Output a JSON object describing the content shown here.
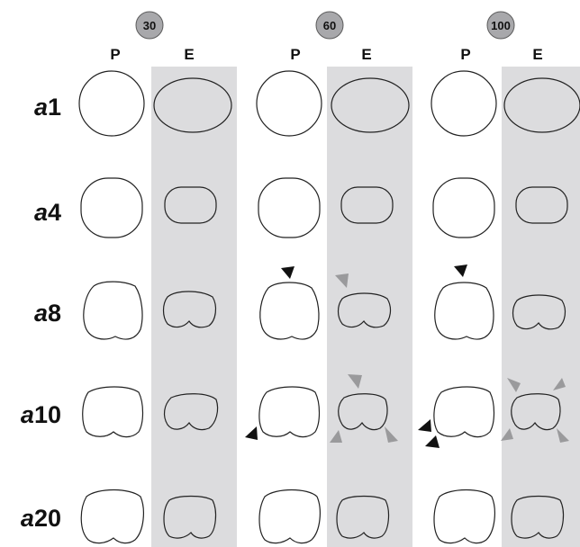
{
  "groups": [
    {
      "badge": "30",
      "p_label": "P",
      "e_label": "E"
    },
    {
      "badge": "60",
      "p_label": "P",
      "e_label": "E"
    },
    {
      "badge": "100",
      "p_label": "P",
      "e_label": "E"
    }
  ],
  "rows": [
    {
      "prefix": "a",
      "number": "1"
    },
    {
      "prefix": "a",
      "number": "4"
    },
    {
      "prefix": "a",
      "number": "8"
    },
    {
      "prefix": "a",
      "number": "10"
    },
    {
      "prefix": "a",
      "number": "20"
    }
  ],
  "colors": {
    "e_band": "#dcdcde",
    "badge": "#a8a8ab",
    "black_arrow": "#111111",
    "gray_arrow": "#9a9a9c",
    "outline": "#222222"
  }
}
